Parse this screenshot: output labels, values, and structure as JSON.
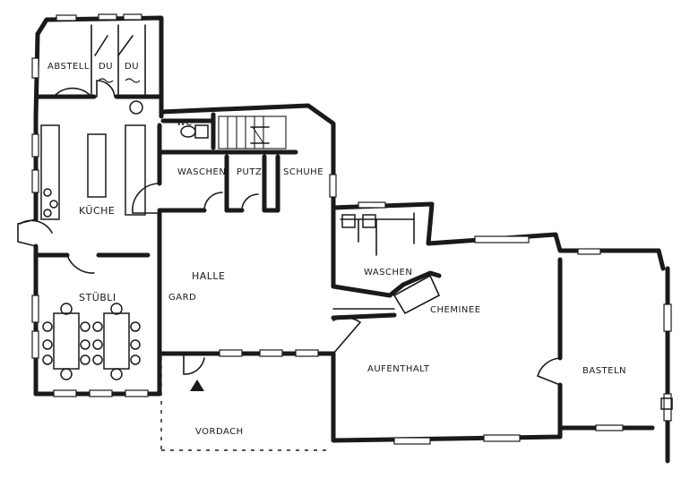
{
  "rooms": {
    "abstell": "ABSTELL",
    "du1": "DU",
    "du2": "DU",
    "wc": "WC",
    "waschen1": "WASCHEN",
    "putz": "PUTZ",
    "schuhe": "SCHUHE",
    "kueche": "KÜCHE",
    "halle": "HALLE",
    "gard": "GARD",
    "waschen2": "WASCHEN",
    "stuebli": "STÜBLI",
    "cheminee": "CHEMINEE",
    "aufenthalt": "AUFENTHALT",
    "basteln": "BASTELN",
    "vordach": "VORDACH"
  },
  "entrance_marker": "entrance-arrow-icon"
}
